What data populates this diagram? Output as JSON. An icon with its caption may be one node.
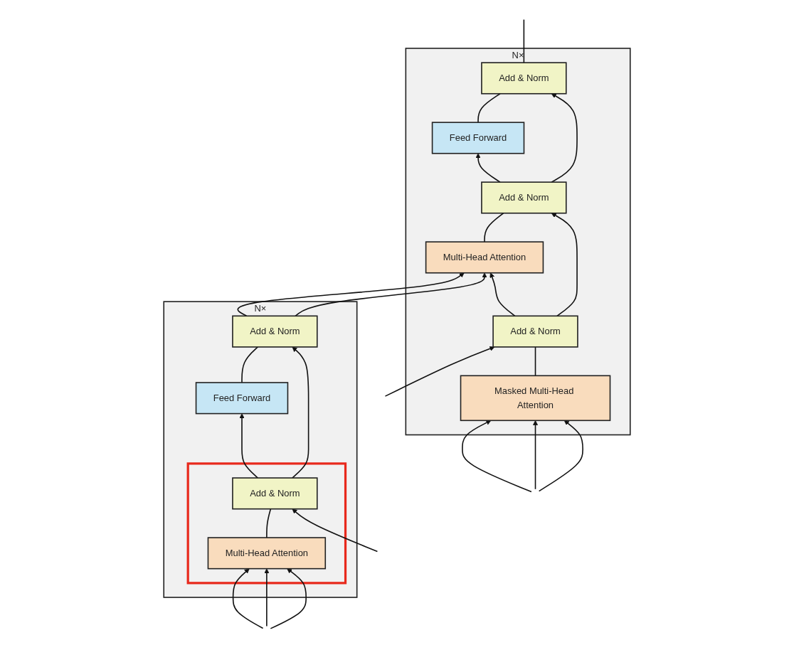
{
  "diagram": {
    "nodes": [
      {
        "text": [],
        "shape": "box",
        "beside": [
          "N×"
        ]
      },
      {
        "text": [
          "Add & Norm"
        ],
        "in": 0
      },
      {
        "text": [
          "Feed Forward"
        ],
        "in": 0
      },
      {
        "text": [],
        "shape": "box",
        "in": 0
      },
      {
        "text": [
          "Add & Norm"
        ],
        "in": 3
      },
      {
        "text": [
          "Multi-Head Attention"
        ],
        "in": 3
      },
      {
        "text": [],
        "shape": "box",
        "beside": [
          "N×"
        ]
      },
      {
        "text": [
          "Add & Norm"
        ],
        "in": 6
      },
      {
        "text": [
          "Feed Forward"
        ],
        "in": 6
      },
      {
        "text": [
          "Add & Norm"
        ],
        "in": 6
      },
      {
        "text": [
          "Multi-Head Attention"
        ],
        "in": 6
      },
      {
        "text": [
          "Add & Norm"
        ],
        "in": 6
      },
      {
        "text": [
          "Masked Multi-Head Attention"
        ],
        "in": 6
      }
    ],
    "edges": [
      {
        "from": null,
        "to": 5,
        "arrow": "to"
      },
      {
        "from": null,
        "to": 5,
        "arrow": "to"
      },
      {
        "from": null,
        "to": 5,
        "arrow": "to"
      },
      {
        "from": null,
        "to": 4,
        "arrow": "to"
      },
      {
        "from": 5,
        "to": 4,
        "arrow": "none"
      },
      {
        "from": 4,
        "to": 2,
        "arrow": "to"
      },
      {
        "from": 4,
        "to": 1,
        "arrow": "to"
      },
      {
        "from": 2,
        "to": 1,
        "arrow": "none"
      },
      {
        "from": 1,
        "to": 10,
        "arrow": "to"
      },
      {
        "from": 1,
        "to": 10,
        "arrow": "to"
      },
      {
        "from": null,
        "to": 12,
        "arrow": "to"
      },
      {
        "from": null,
        "to": 12,
        "arrow": "to"
      },
      {
        "from": null,
        "to": 12,
        "arrow": "to"
      },
      {
        "from": null,
        "to": 11,
        "arrow": "to"
      },
      {
        "from": 12,
        "to": 11,
        "arrow": "none"
      },
      {
        "from": 11,
        "to": 10,
        "arrow": "to"
      },
      {
        "from": 11,
        "to": 9,
        "arrow": "to"
      },
      {
        "from": 10,
        "to": 9,
        "arrow": "none"
      },
      {
        "from": 9,
        "to": 8,
        "arrow": "to"
      },
      {
        "from": 9,
        "to": 7,
        "arrow": "to"
      },
      {
        "from": 8,
        "to": 7,
        "arrow": "none"
      },
      {
        "from": 7,
        "to": null,
        "arrow": "none"
      }
    ]
  }
}
